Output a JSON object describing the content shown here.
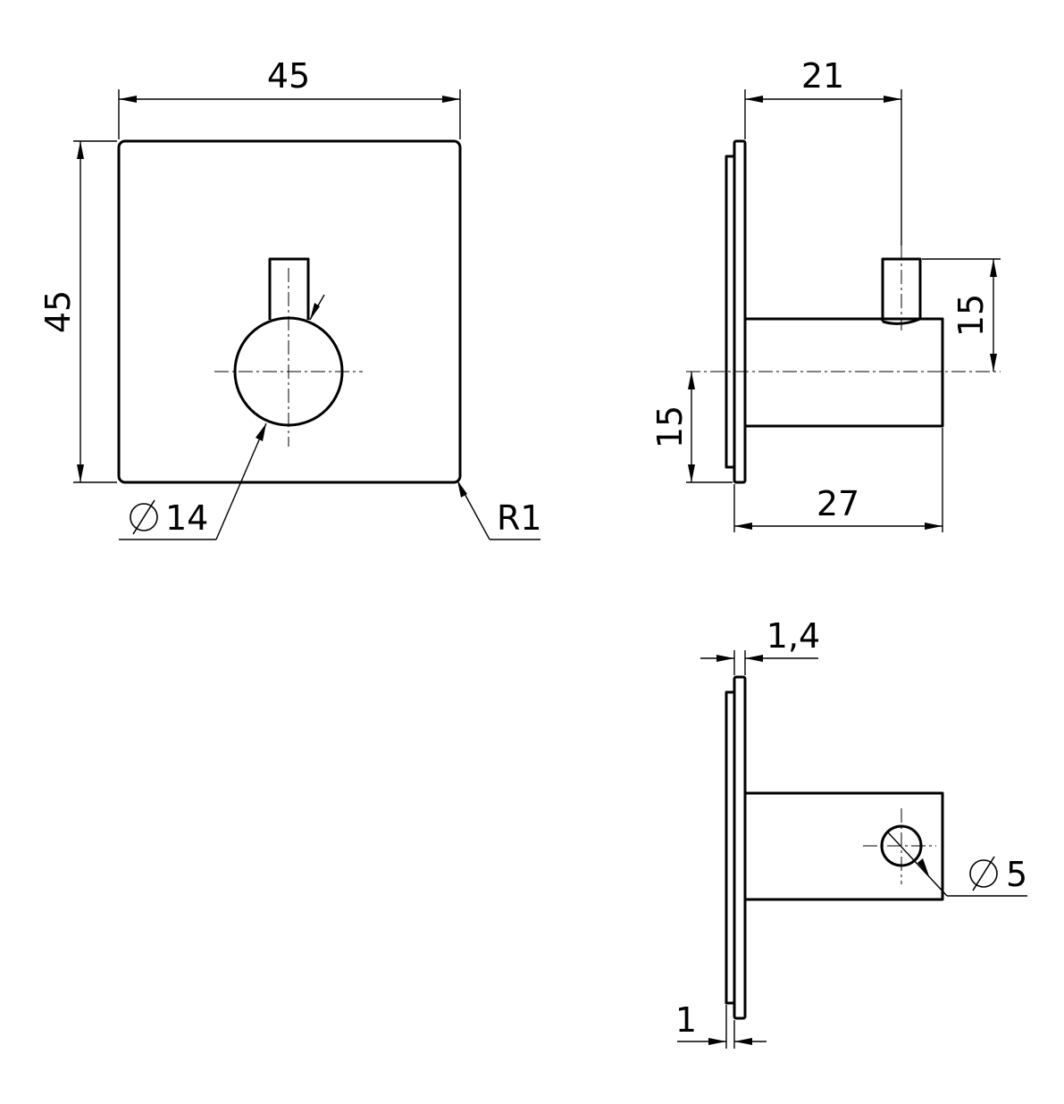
{
  "dimensions": {
    "front_width": "45",
    "front_height": "45",
    "hook_diameter": "14",
    "corner_radius": "R1",
    "side_top_offset": "21",
    "side_pin_height": "15",
    "side_lower_height": "15",
    "side_depth": "27",
    "plate_thickness": "1,4",
    "backing_thickness": "1",
    "hole_diameter": "5"
  }
}
